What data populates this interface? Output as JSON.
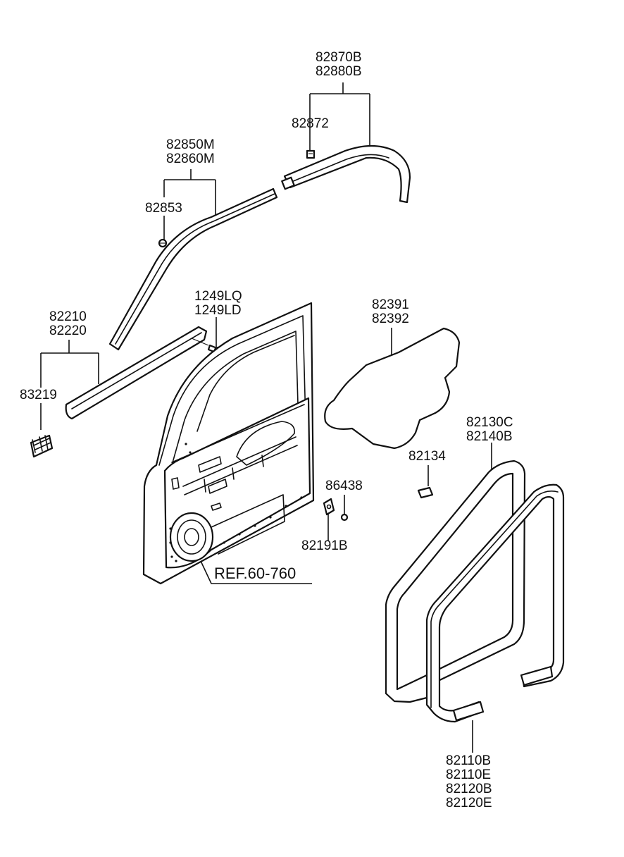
{
  "labels": {
    "a82870": [
      "82870B",
      "82880B"
    ],
    "a82872": "82872",
    "a82850": [
      "82850M",
      "82860M"
    ],
    "a82853": "82853",
    "a1249": [
      "1249LQ",
      "1249LD"
    ],
    "a82210": [
      "82210",
      "82220"
    ],
    "a83219": "83219",
    "a82391": [
      "82391",
      "82392"
    ],
    "a82130": [
      "82130C",
      "82140B"
    ],
    "a82134": "82134",
    "a86438": "86438",
    "a82191": "82191B",
    "ref": "REF.60-760",
    "a82110": [
      "82110B",
      "82110E",
      "82120B",
      "82120E"
    ]
  }
}
